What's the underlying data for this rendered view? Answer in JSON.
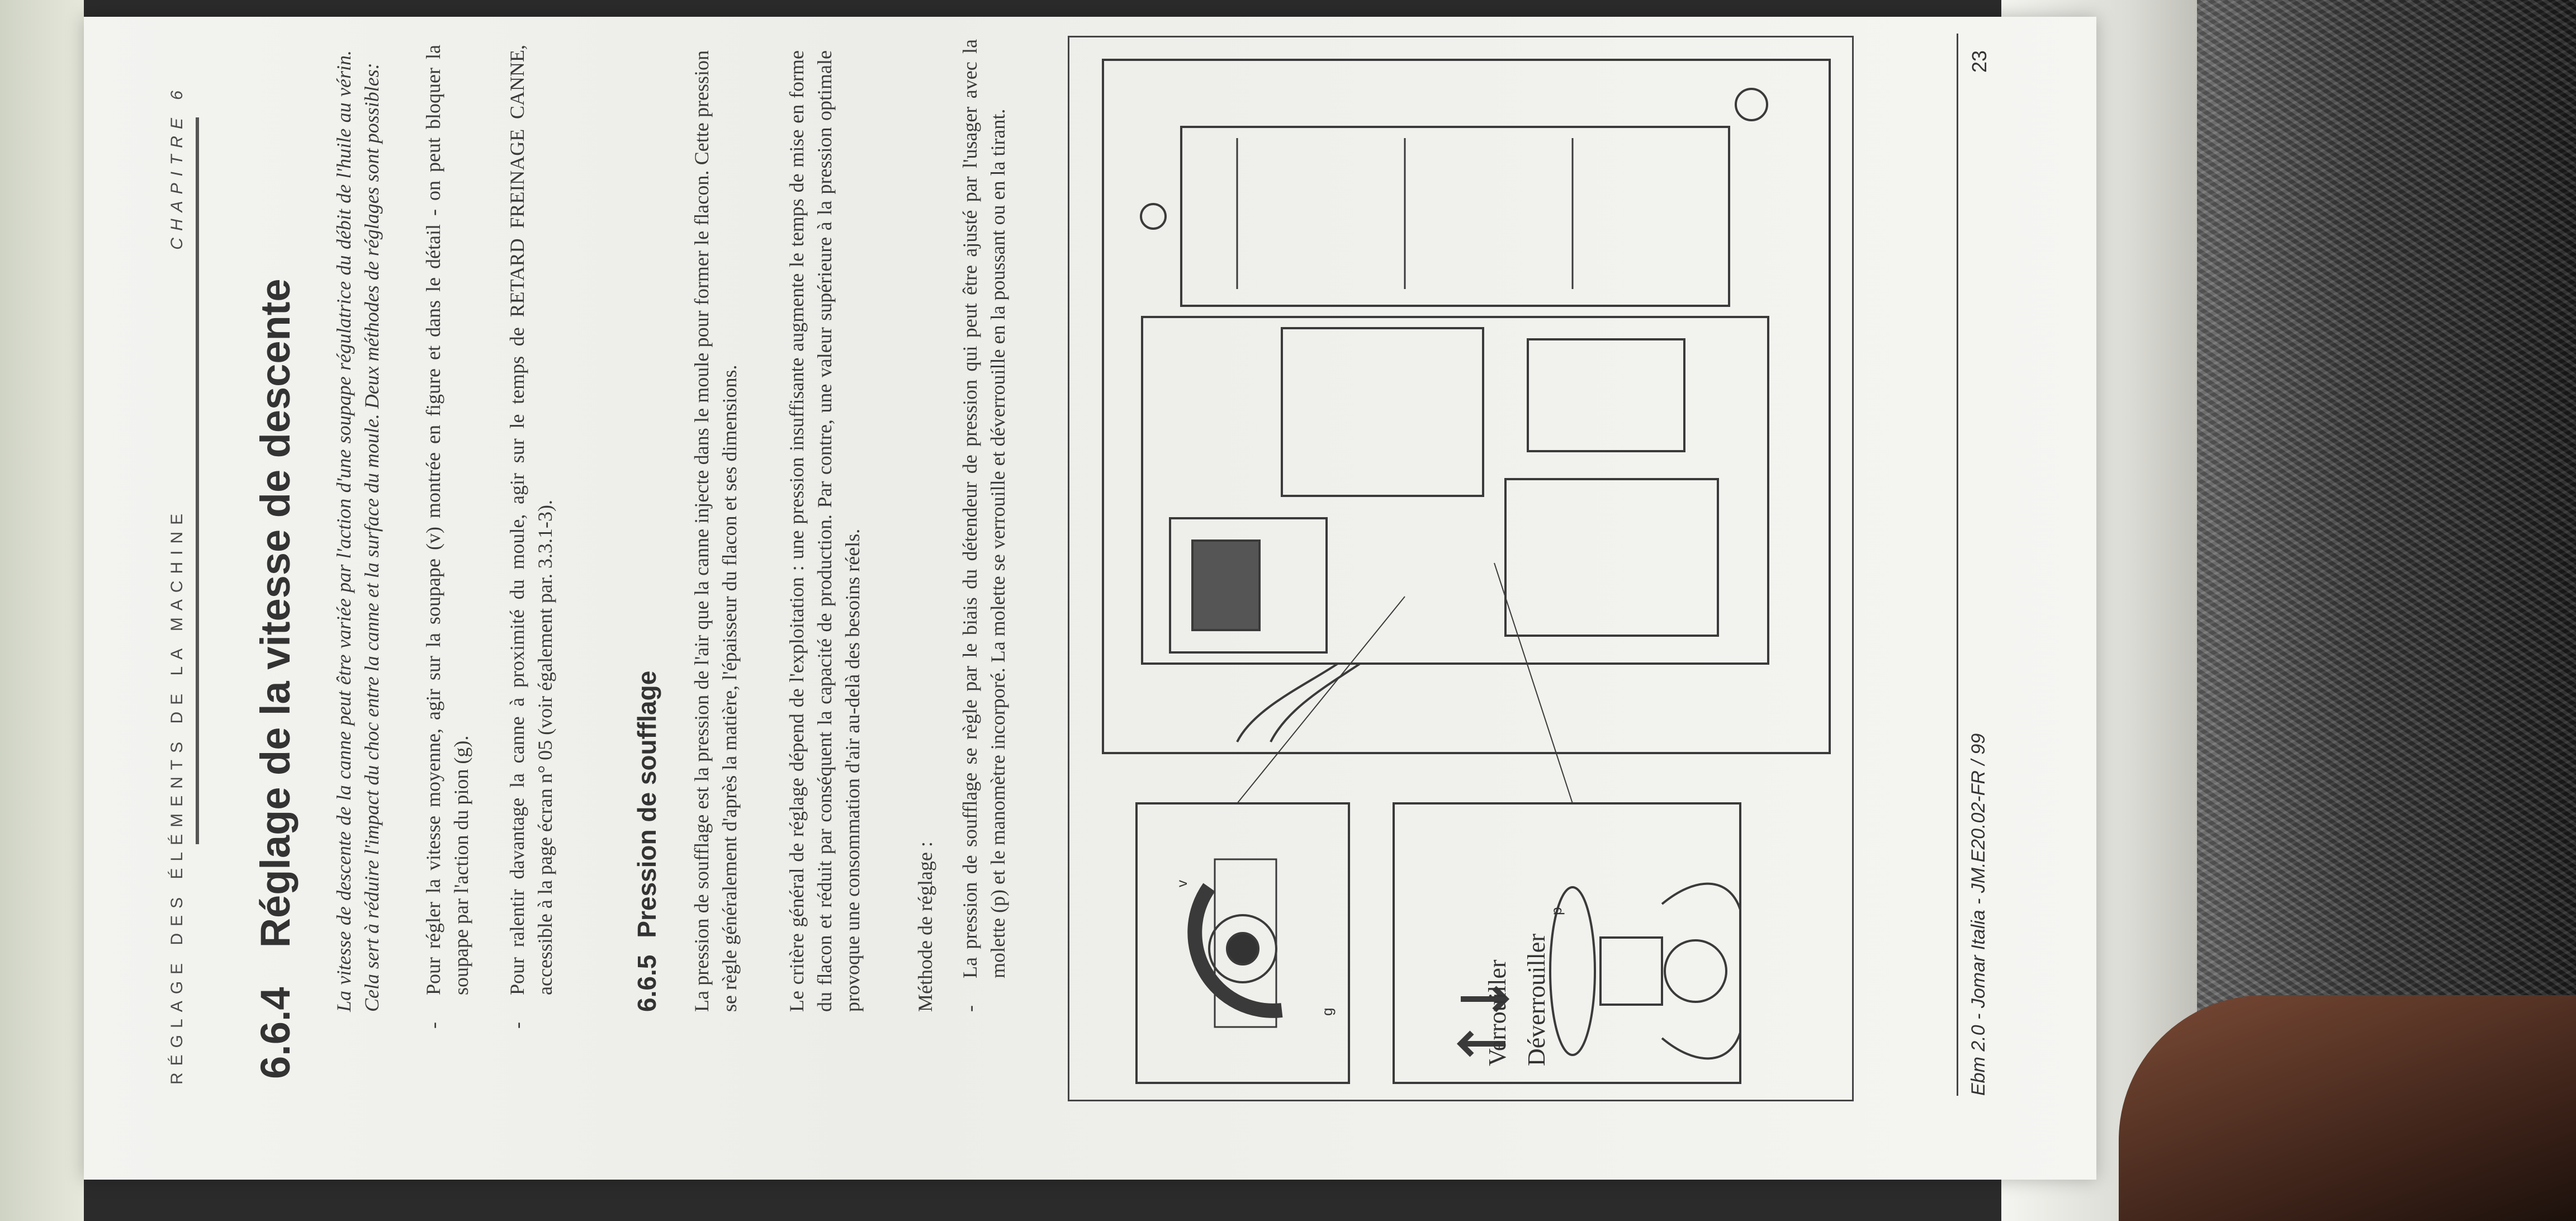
{
  "header": {
    "left": "RÉGLAGE DES ÉLÉMENTS DE LA MACHINE",
    "right": "CHAPITRE 6"
  },
  "section_664": {
    "number": "6.6.4",
    "title": "Réglage de la vitesse de descente",
    "intro": "La vitesse de descente de la canne peut être variée par l'action d'une soupape régulatrice du débit de l'huile au vérin. Cela sert à réduire l'impact du choc entre la canne et la surface du moule. Deux méthodes de réglages sont possibles:",
    "bullets": [
      "Pour régler la vitesse moyenne, agir sur la soupape (v) montrée en figure et dans le détail - on peut bloquer la soupape par l'action du pion (g).",
      "Pour ralentir davantage la canne à proximité du moule, agir sur le temps de RETARD FREINAGE CANNE, accessible à la page écran n° 05 (voir également par. 3.3.1-3)."
    ]
  },
  "section_665": {
    "number": "6.6.5",
    "title": "Pression de soufflage",
    "p1": "La pression de soufflage est la pression de l'air que la canne injecte dans le moule pour former le flacon. Cette pression se règle généralement d'après la matière, l'épaisseur du flacon et ses dimensions.",
    "p2": "Le critère général de réglage dépend de l'exploitation : une pression insuffisante augmente le temps de mise en forme du flacon et réduit par conséquent la capacité de production. Par contre, une valeur supérieure à la pression optimale provoque une consommation d'air au-delà des besoins réels.",
    "method_label": "Méthode de réglage :",
    "bullet": "La pression de soufflage se règle par le biais du détendeur de pression qui peut être ajusté par l'usager avec la molette (p) et le manomètre incorporé. La molette se verrouille et déverrouille en la poussant ou en la tirant."
  },
  "figure": {
    "label_v": "v",
    "label_g": "g",
    "label_p": "p",
    "label_lock": "Verrouiller",
    "label_unlock": "Déverrouiller"
  },
  "footer": {
    "left": "Ebm 2.0 - Jomar Italia - JM.E20.02-FR / 99",
    "page": "23"
  }
}
